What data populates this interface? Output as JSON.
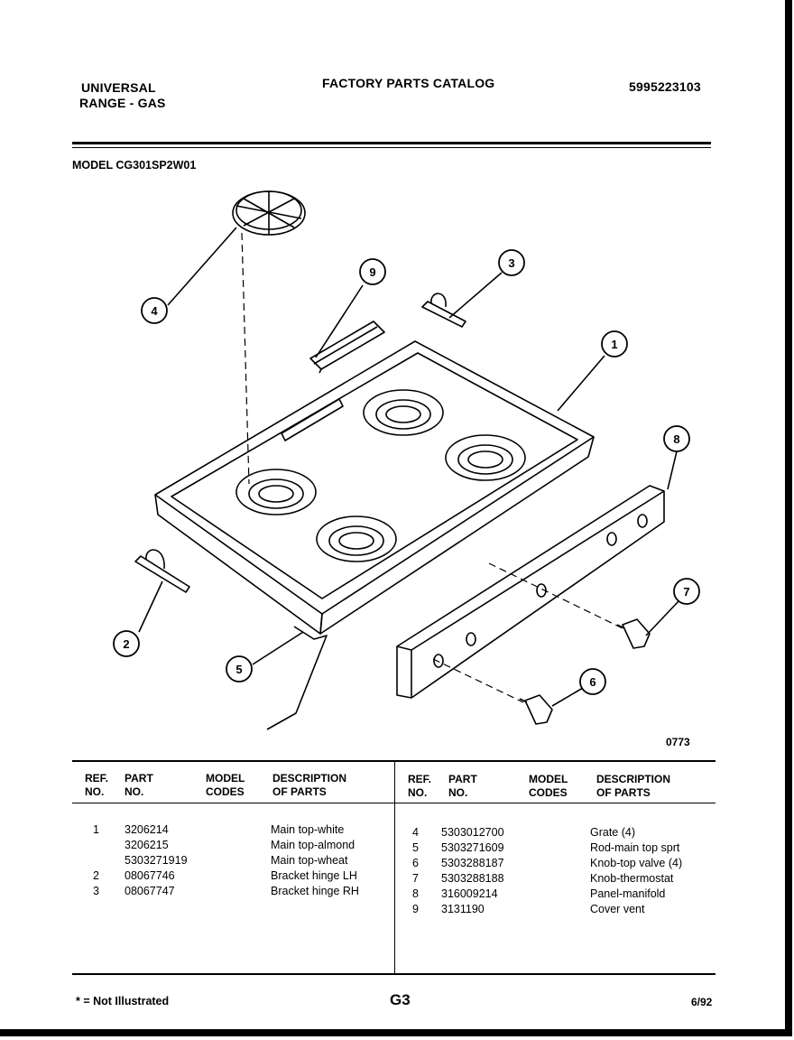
{
  "header": {
    "brand": "UNIVERSAL",
    "range": "RANGE - GAS",
    "catalog_title": "FACTORY PARTS CATALOG",
    "catalog_number": "5995223103",
    "model_label": "MODEL CG301SP2W01"
  },
  "diagram": {
    "figure_number": "0773",
    "callouts": [
      "1",
      "2",
      "3",
      "4",
      "5",
      "6",
      "7",
      "8",
      "9"
    ]
  },
  "table_headers": {
    "ref_no": [
      "REF.",
      "NO."
    ],
    "part_no": [
      "PART",
      "NO."
    ],
    "model_codes": [
      "MODEL",
      "CODES"
    ],
    "description": [
      "DESCRIPTION",
      "OF PARTS"
    ]
  },
  "left_parts": [
    {
      "ref": "1",
      "part": "3206214",
      "desc": "Main top-white"
    },
    {
      "ref": "",
      "part": "3206215",
      "desc": "Main top-almond"
    },
    {
      "ref": "",
      "part": "5303271919",
      "desc": "Main top-wheat"
    },
    {
      "ref": "2",
      "part": "08067746",
      "desc": "Bracket hinge LH"
    },
    {
      "ref": "3",
      "part": "08067747",
      "desc": "Bracket hinge RH"
    }
  ],
  "right_parts": [
    {
      "ref": "4",
      "part": "5303012700",
      "desc": "Grate (4)"
    },
    {
      "ref": "5",
      "part": "5303271609",
      "desc": "Rod-main top sprt"
    },
    {
      "ref": "6",
      "part": "5303288187",
      "desc": "Knob-top valve (4)"
    },
    {
      "ref": "7",
      "part": "5303288188",
      "desc": "Knob-thermostat"
    },
    {
      "ref": "8",
      "part": "316009214",
      "desc": "Panel-manifold"
    },
    {
      "ref": "9",
      "part": "3131190",
      "desc": "Cover vent"
    }
  ],
  "footer": {
    "note": "* = Not Illustrated",
    "page": "G3",
    "date": "6/92"
  }
}
